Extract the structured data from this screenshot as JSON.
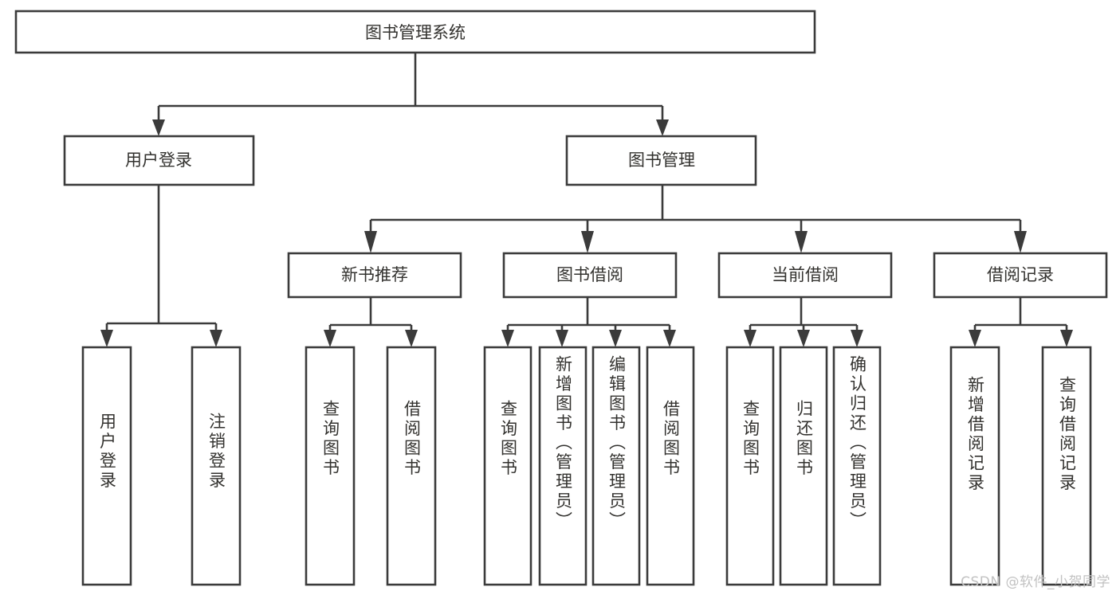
{
  "diagram": {
    "type": "hierarchy-tree",
    "title": "图书管理系统",
    "orientation": "top-down",
    "colors": {
      "box_border": "#3b3b3b",
      "box_fill": "#ffffff",
      "text": "#33322f",
      "connector": "#3b3b3b",
      "background": "#ffffff",
      "watermark": "#c2c2c2"
    },
    "root": {
      "id": "root",
      "label": "图书管理系统"
    },
    "level2": [
      {
        "id": "user-login",
        "label": "用户登录"
      },
      {
        "id": "book-management",
        "label": "图书管理"
      }
    ],
    "level3": [
      {
        "id": "new-book-recommend",
        "label": "新书推荐",
        "parent": "book-management"
      },
      {
        "id": "book-borrow",
        "label": "图书借阅",
        "parent": "book-management"
      },
      {
        "id": "current-borrow",
        "label": "当前借阅",
        "parent": "book-management"
      },
      {
        "id": "borrow-record",
        "label": "借阅记录",
        "parent": "book-management"
      }
    ],
    "leaves": {
      "user-login": [
        {
          "id": "leaf-user-login",
          "label": "用户登录"
        },
        {
          "id": "leaf-logout",
          "label": "注销登录"
        }
      ],
      "new-book-recommend": [
        {
          "id": "leaf-query-book-1",
          "label": "查询图书"
        },
        {
          "id": "leaf-borrow-book-1",
          "label": "借阅图书"
        }
      ],
      "book-borrow": [
        {
          "id": "leaf-query-book-2",
          "label": "查询图书"
        },
        {
          "id": "leaf-add-book-admin",
          "label": "新增图书（管理员）"
        },
        {
          "id": "leaf-edit-book-admin",
          "label": "编辑图书（管理员）"
        },
        {
          "id": "leaf-borrow-book-2",
          "label": "借阅图书"
        }
      ],
      "current-borrow": [
        {
          "id": "leaf-query-book-3",
          "label": "查询图书"
        },
        {
          "id": "leaf-return-book",
          "label": "归还图书"
        },
        {
          "id": "leaf-confirm-return-admin",
          "label": "确认归还（管理员）"
        }
      ],
      "borrow-record": [
        {
          "id": "leaf-add-borrow-record",
          "label": "新增借阅记录"
        },
        {
          "id": "leaf-query-borrow-record",
          "label": "查询借阅记录"
        }
      ]
    }
  },
  "watermark": {
    "text": "CSDN @软件_小贺同学"
  }
}
